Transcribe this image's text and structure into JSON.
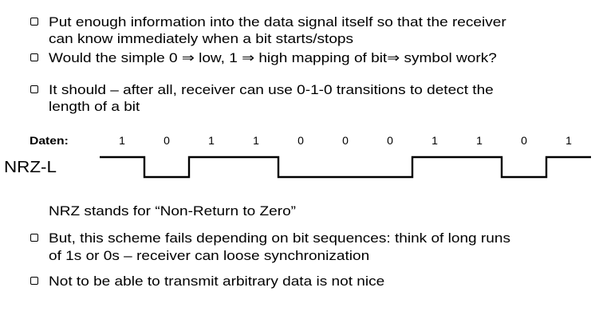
{
  "slide": {
    "colors": {
      "background": "#ffffff",
      "text": "#000000"
    },
    "bullets_top": [
      {
        "lines": [
          "Put enough information into the data signal itself so that the receiver",
          "can know immediately when a bit starts/stops"
        ]
      },
      {
        "lines": [
          "Would the simple 0 ⇒ low, 1 ⇒ high mapping of bit⇒ symbol work?"
        ]
      },
      {
        "lines": [
          "It should – after all, receiver can use 0-1-0 transitions to detect the",
          "length of a bit"
        ]
      }
    ],
    "note": "NRZ stands for “Non-Return to Zero”",
    "bullets_bottom": [
      {
        "lines": [
          "But, this scheme fails depending on bit sequences: think of long runs",
          "of 1s or 0s – receiver can loose synchronization"
        ]
      },
      {
        "lines": [
          "Not to be able to transmit arbitrary data is not nice"
        ]
      }
    ]
  },
  "diagram": {
    "data_label": "Daten:",
    "encoding_label": "NRZ-L",
    "bits": [
      "1",
      "0",
      "1",
      "1",
      "0",
      "0",
      "0",
      "1",
      "1",
      "0",
      "1"
    ],
    "line_color": "#000000"
  }
}
